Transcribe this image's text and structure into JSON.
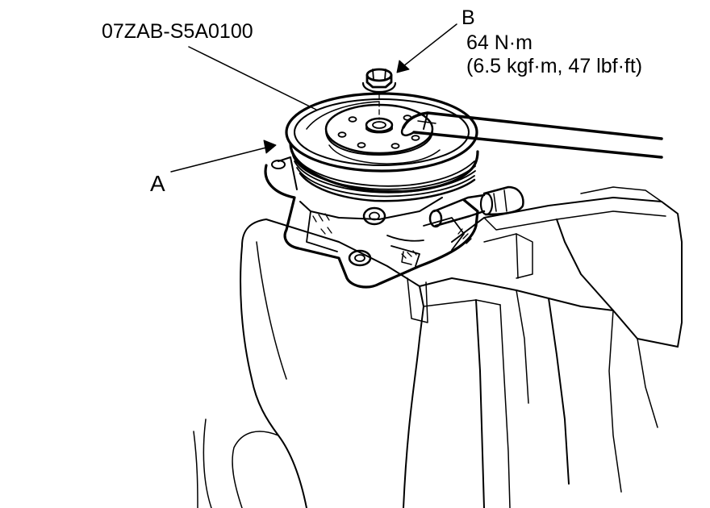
{
  "callouts": {
    "tool": "07ZAB-S5A0100",
    "bolt": "B",
    "torque_si": "64 N·m",
    "torque_conv": "(6.5 kgf·m, 47 lbf·ft)",
    "pump": "A"
  },
  "colors": {
    "line": "#000000",
    "background": "#ffffff"
  }
}
